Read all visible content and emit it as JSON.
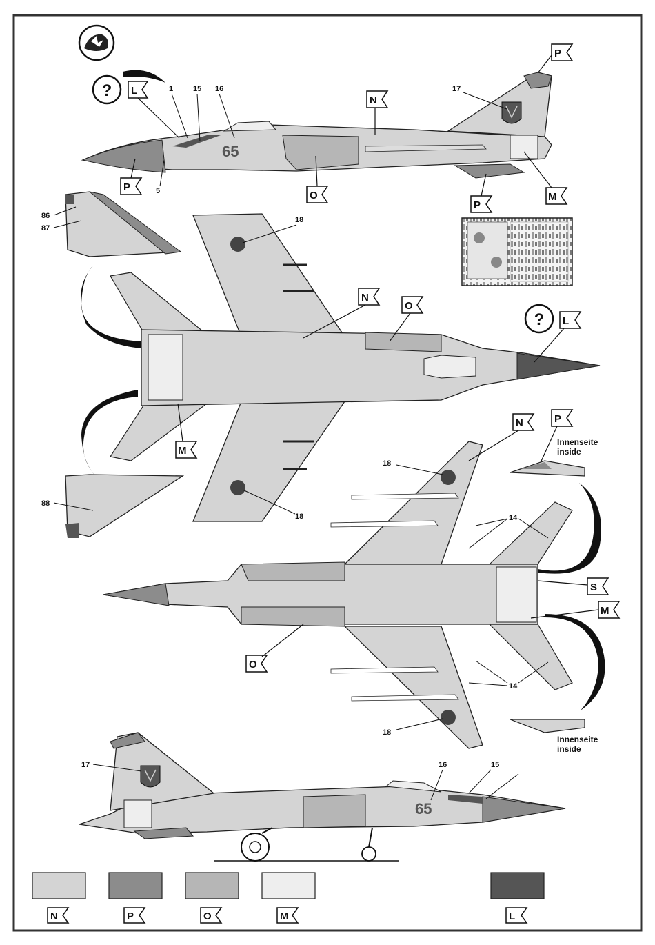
{
  "colors": {
    "N": "#d4d4d4",
    "P": "#8c8c8c",
    "O": "#b6b6b6",
    "M": "#eeeeee",
    "L": "#555555",
    "outline": "#222222",
    "page_border": "#333333"
  },
  "legend": [
    {
      "code": "N",
      "color_key": "N"
    },
    {
      "code": "P",
      "color_key": "P"
    },
    {
      "code": "O",
      "color_key": "O"
    },
    {
      "code": "M",
      "color_key": "M"
    },
    {
      "code": "L",
      "color_key": "L"
    }
  ],
  "callouts": {
    "n1": "1",
    "n5": "5",
    "n14a": "14",
    "n14b": "14",
    "n15a": "15",
    "n15b": "15",
    "n16a": "16",
    "n16b": "16",
    "n17a": "17",
    "n17b": "17",
    "n18a": "18",
    "n18b": "18",
    "n18c": "18",
    "n18d": "18",
    "n86": "86",
    "n87": "87",
    "n88": "88"
  },
  "tail_number": "65",
  "question_mark": "?",
  "inside_label_de": "Innenseite",
  "inside_label_en": "inside",
  "flags": {
    "P": "P",
    "N": "N",
    "O": "O",
    "M": "M",
    "L": "L",
    "S": "S"
  },
  "icons": {
    "logo": "bird-badge-icon",
    "unknown": "question-circle-icon",
    "decal_sheet": "decal-sheet-thumbnail"
  }
}
